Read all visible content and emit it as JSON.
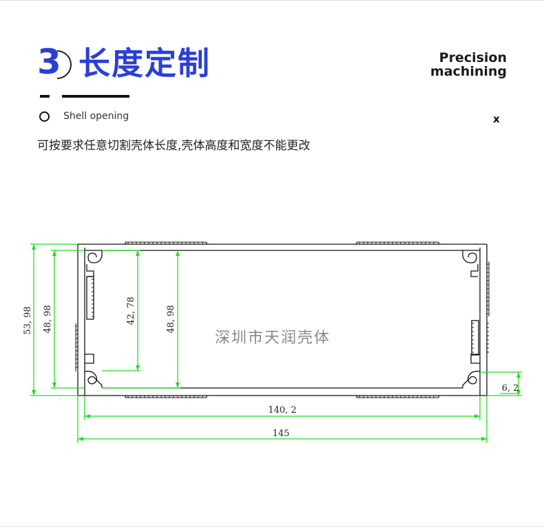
{
  "header": {
    "step_number": "3",
    "title": "长度定制",
    "subtitle_line1": "Precision",
    "subtitle_line2": "machining"
  },
  "section": {
    "label": "Shell opening",
    "close_label": "x",
    "description": "可按要求任意切割壳体长度,壳体高度和宽度不能更改"
  },
  "drawing": {
    "watermark": "深圳市天润壳体",
    "dimensions": {
      "overall_height": "53, 98",
      "inner_height_left": "48, 98",
      "slot_height": "42, 78",
      "inner_height_center": "48, 98",
      "inner_width": "140, 2",
      "overall_width": "145",
      "foot_height": "6, 2"
    },
    "colors": {
      "dimension_line": "#22dd22",
      "profile_line": "#111111",
      "title_blue": "#2b3fd6"
    }
  }
}
